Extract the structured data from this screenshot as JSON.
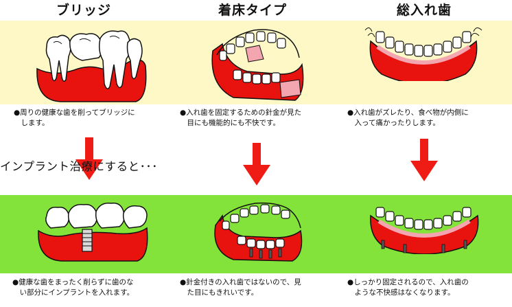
{
  "columns": [
    {
      "title": "ブリッジ",
      "before_desc": "●周りの健康な歯を削ってブリッジに\n　します。",
      "after_desc": "●健康な歯をまったく削らずに歯のな\n　い部分にインプラントを入れます。"
    },
    {
      "title": "着床タイプ",
      "before_desc": "●入れ歯を固定するための針金が見た\n　目にも機能的にも不快です。",
      "after_desc": "●針金付きの入れ歯ではないので、見\n　た目にもきれいです。"
    },
    {
      "title": "総入れ歯",
      "before_desc": "●入れ歯がズレたり、食べ物が内側に\n　入って痛かったりします。",
      "after_desc": "●しっかり固定されるので、入れ歯の\n　ような不快感はなくなります。"
    }
  ],
  "transition_text": "インプラント治療にすると･･･",
  "colors": {
    "top_band": "#fdf8c6",
    "bottom_band": "#84e33a",
    "gum": "#e8120f",
    "arrow": "#ee1c14"
  }
}
